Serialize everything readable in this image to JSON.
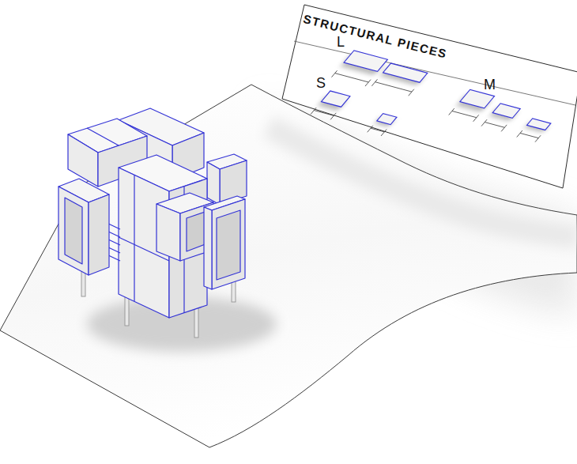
{
  "diagram": {
    "labels": [
      "STRUCTURAL PIECES",
      "L",
      "M",
      "S"
    ]
  }
}
